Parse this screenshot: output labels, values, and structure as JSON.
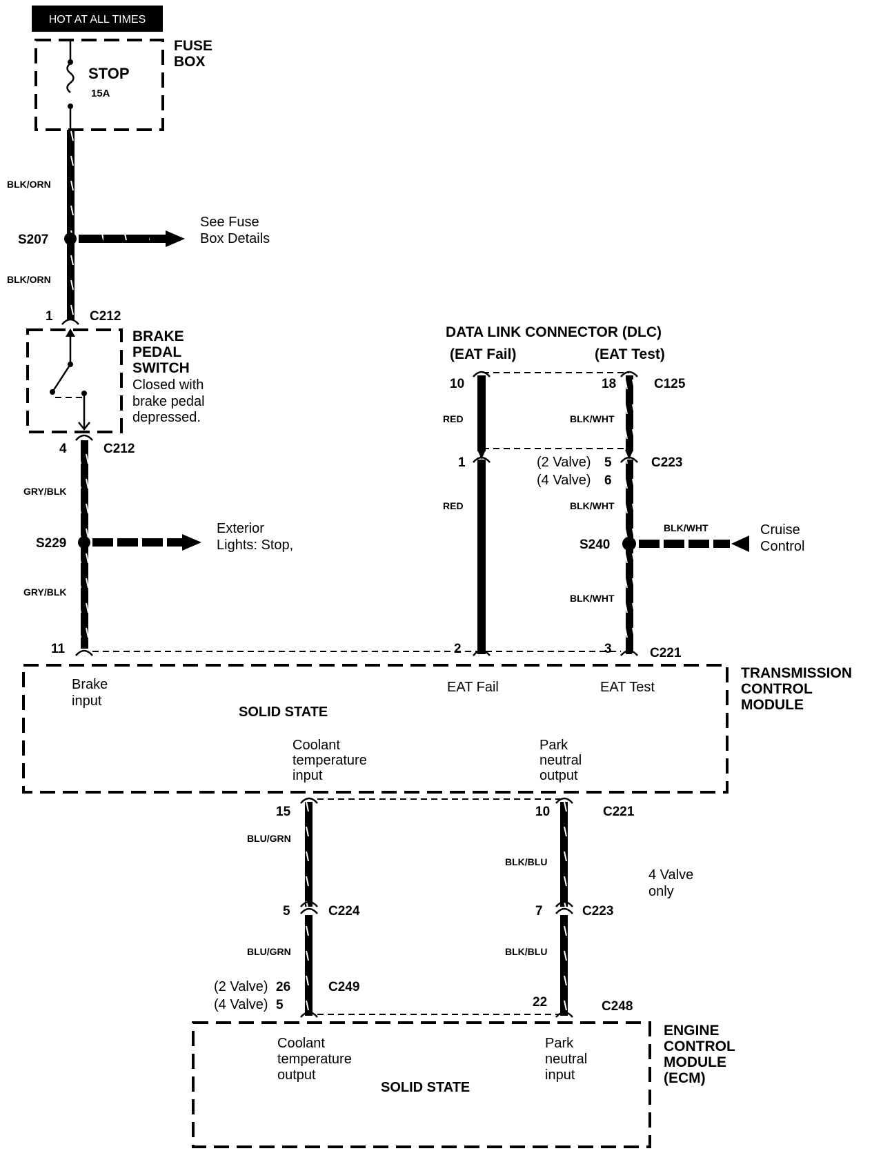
{
  "hot_banner": "HOT AT ALL TIMES",
  "fuse_box": {
    "title_1": "FUSE",
    "title_2": "BOX",
    "fuse_name": "STOP",
    "fuse_rating": "15A"
  },
  "wires": {
    "blk_orn": "BLK/ORN",
    "gry_blk": "GRY/BLK",
    "red": "RED",
    "blk_wht": "BLK/WHT",
    "blu_grn": "BLU/GRN",
    "blk_blu": "BLK/BLU"
  },
  "splices": {
    "s207": "S207",
    "s207_dest_1": "See Fuse",
    "s207_dest_2": "Box Details",
    "s229": "S229",
    "s229_dest_1": "Exterior",
    "s229_dest_2": "Lights: Stop,",
    "s240": "S240",
    "s240_src_1": "Cruise",
    "s240_src_2": "Control"
  },
  "brake_switch": {
    "title_1": "BRAKE",
    "title_2": "PEDAL",
    "title_3": "SWITCH",
    "desc_1": "Closed with",
    "desc_2": "brake pedal",
    "desc_3": "depressed."
  },
  "connectors": {
    "c212": "C212",
    "c125": "C125",
    "c223": "C223",
    "c221": "C221",
    "c224": "C224",
    "c249": "C249",
    "c248": "C248"
  },
  "pins": {
    "c212_top": "1",
    "c212_bottom": "4",
    "tcm_brake": "11",
    "dlc_fail": "10",
    "dlc_test": "18",
    "c223_fail": "1",
    "c223_test_2v_label": "(2 Valve)",
    "c223_test_2v": "5",
    "c223_test_4v_label": "(4 Valve)",
    "c223_test_4v": "6",
    "tcm_fail": "2",
    "tcm_test": "3",
    "tcm_coolant": "15",
    "tcm_park": "10",
    "c224_coolant": "5",
    "c223_park": "7",
    "ecm_coolant_2v_label": "(2 Valve)",
    "ecm_coolant_2v": "26",
    "ecm_coolant_4v_label": "(4 Valve)",
    "ecm_coolant_4v": "5",
    "ecm_park": "22"
  },
  "dlc": {
    "title": "DATA LINK CONNECTOR (DLC)",
    "fail_label": "(EAT  Fail)",
    "test_label": "(EAT  Test)"
  },
  "tcm": {
    "title_1": "TRANSMISSION",
    "title_2": "CONTROL",
    "title_3": "MODULE",
    "brake_1": "Brake",
    "brake_2": "input",
    "eat_fail": "EAT  Fail",
    "eat_test": "EAT  Test",
    "solid_state": "SOLID STATE",
    "coolant_1": "Coolant",
    "coolant_2": "temperature",
    "coolant_3": "input",
    "park_1": "Park",
    "park_2": "neutral",
    "park_3": "output"
  },
  "valve_note_1": "4 Valve",
  "valve_note_2": "only",
  "ecm": {
    "title_1": "ENGINE",
    "title_2": "CONTROL",
    "title_3": "MODULE",
    "title_4": "(ECM)",
    "coolant_1": "Coolant",
    "coolant_2": "temperature",
    "coolant_3": "output",
    "park_1": "Park",
    "park_2": "neutral",
    "park_3": "input",
    "solid_state": "SOLID STATE"
  }
}
